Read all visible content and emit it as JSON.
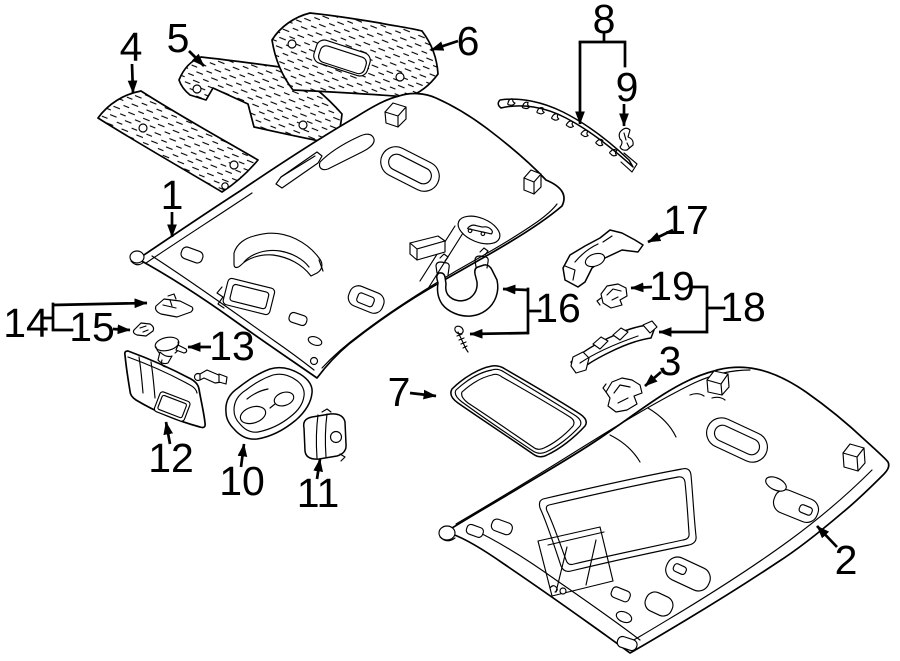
{
  "colors": {
    "background": "#ffffff",
    "line_color": "#000000"
  },
  "callouts": [
    {
      "label": "1",
      "part": "headliner-panel"
    },
    {
      "label": "2",
      "part": "headliner-panel-sunroof"
    },
    {
      "label": "3",
      "part": "retainer-clip"
    },
    {
      "label": "4",
      "part": "insulator-pad-left"
    },
    {
      "label": "5",
      "part": "insulator-pad-center"
    },
    {
      "label": "6",
      "part": "insulator-pad-rear"
    },
    {
      "label": "7",
      "part": "sunroof-seal-frame"
    },
    {
      "label": "8",
      "part": "rear-retainer-strip"
    },
    {
      "label": "9",
      "part": "retainer-clip"
    },
    {
      "label": "10",
      "part": "overhead-console-housing"
    },
    {
      "label": "11",
      "part": "lamp-unit"
    },
    {
      "label": "12",
      "part": "sun-visor"
    },
    {
      "label": "13",
      "part": "visor-support-clip"
    },
    {
      "label": "14",
      "part": "retainer-clip"
    },
    {
      "label": "15",
      "part": "retainer-clip"
    },
    {
      "label": "16",
      "part": "grab-handle-with-screw"
    },
    {
      "label": "17",
      "part": "trim-bracket"
    },
    {
      "label": "18",
      "part": "bracket-rail-assembly"
    },
    {
      "label": "19",
      "part": "retainer-clip"
    }
  ]
}
